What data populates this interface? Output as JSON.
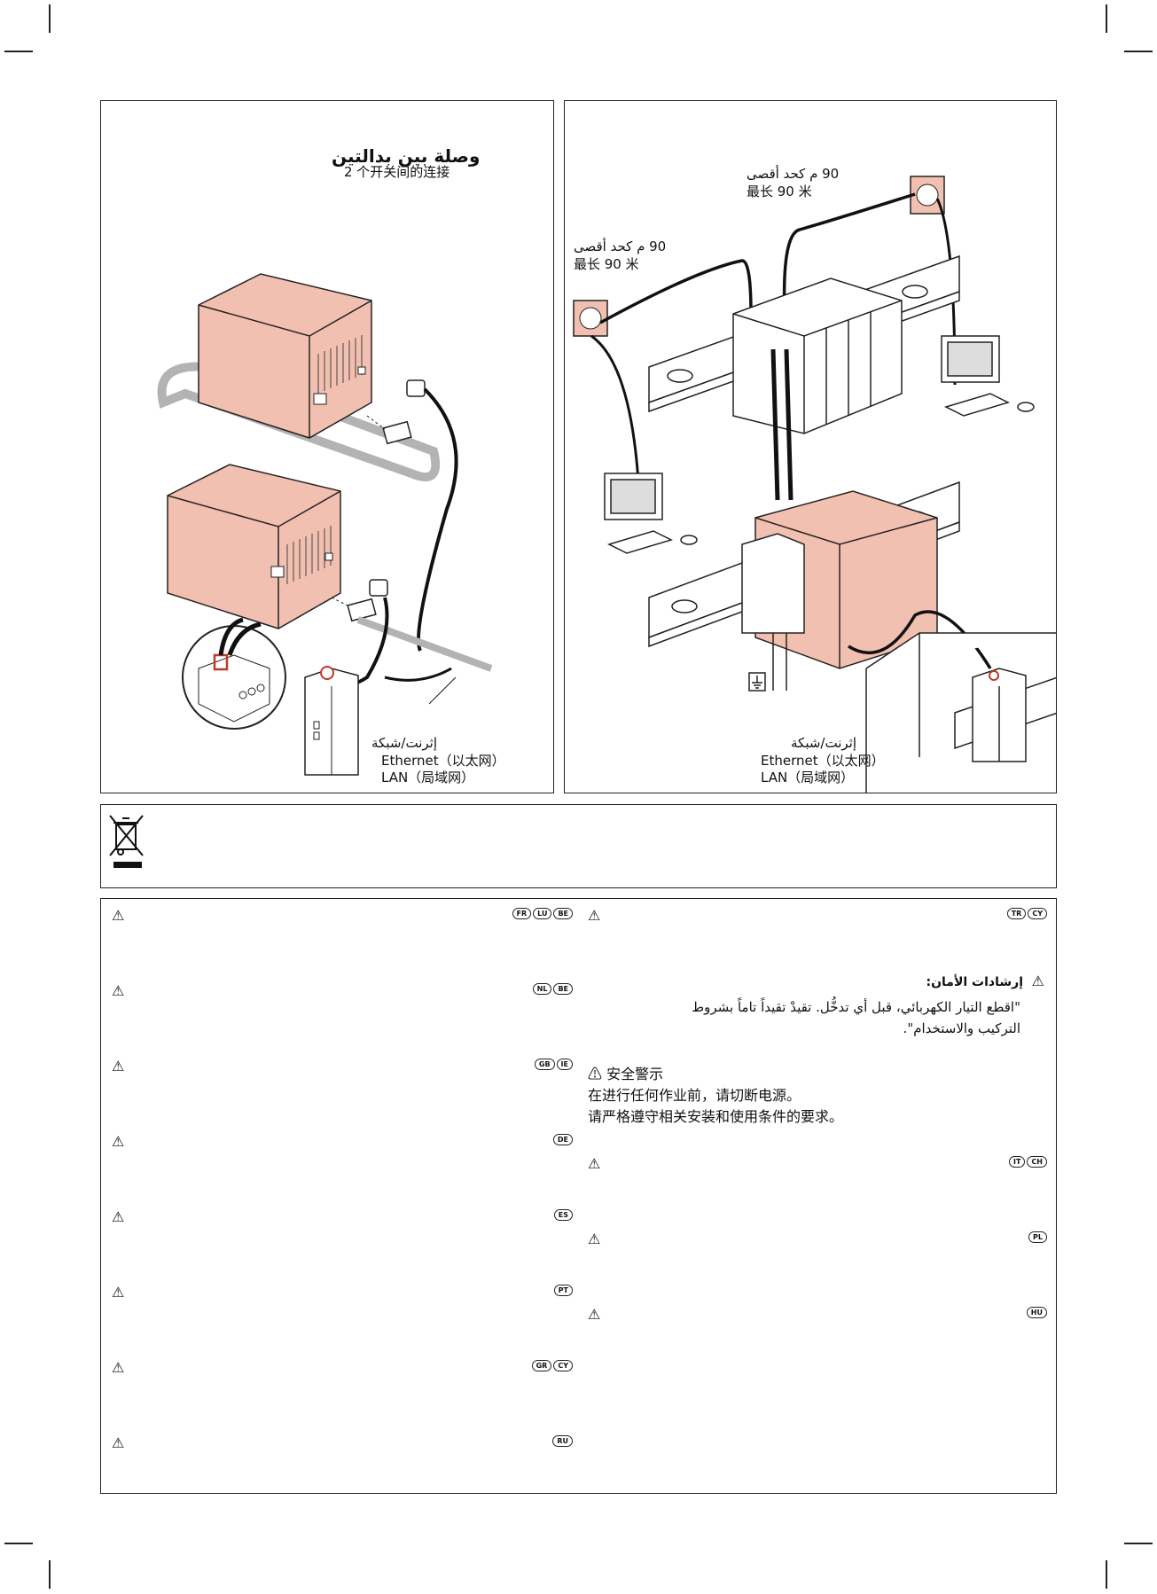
{
  "left_panel": {
    "title_ar": "وصلة بين بدالتين",
    "title_cn": "2 个开关间的连接",
    "network_labels": [
      "إثرنت/شبكة",
      "Ethernet（以太网）",
      "LAN（局域网）"
    ]
  },
  "right_panel": {
    "distance_top": [
      "90 م كحد أقصى",
      "最长 90 米"
    ],
    "distance_left": [
      "90 م كحد أقصى",
      "最长 90 米"
    ],
    "network_labels": [
      "إثرنت/شبكة",
      "Ethernet（以太网）",
      "LAN（局域网）"
    ]
  },
  "weee_panel": {
    "icon": "crossed-out-bin-icon"
  },
  "safety": {
    "left_rows": [
      {
        "countries": [
          "FR",
          "LU",
          "BE"
        ]
      },
      {
        "countries": [
          "NL",
          "BE"
        ]
      },
      {
        "countries": [
          "GB",
          "IE"
        ]
      },
      {
        "countries": [
          "DE"
        ]
      },
      {
        "countries": [
          "ES"
        ]
      },
      {
        "countries": [
          "PT"
        ]
      },
      {
        "countries": [
          "GR",
          "CY"
        ]
      },
      {
        "countries": [
          "RU"
        ]
      }
    ],
    "right_rows": [
      {
        "countries": [
          "TR",
          "CY"
        ]
      },
      {
        "countries": [
          "IT",
          "CH"
        ]
      },
      {
        "countries": [
          "PL"
        ]
      },
      {
        "countries": [
          "HU"
        ]
      }
    ],
    "arabic_heading": "إرشادات الأمان:",
    "arabic_line1": "\"اقطع التيار الكهربائي، قبل أي تدخُّل. تقيدْ تقيداً تاماً بشروط",
    "arabic_line2": "التركيب والاستخدام\".",
    "chinese_heading": "安全警示",
    "chinese_line1": "在进行任何作业前，请切断电源。",
    "chinese_line2": "请严格遵守相关安装和使用条件的要求。",
    "warning_symbol": "⚠",
    "colors": {
      "device_fill": "#f2c0b0",
      "cable_grey": "#b0b0b0",
      "line": "#222222"
    }
  }
}
